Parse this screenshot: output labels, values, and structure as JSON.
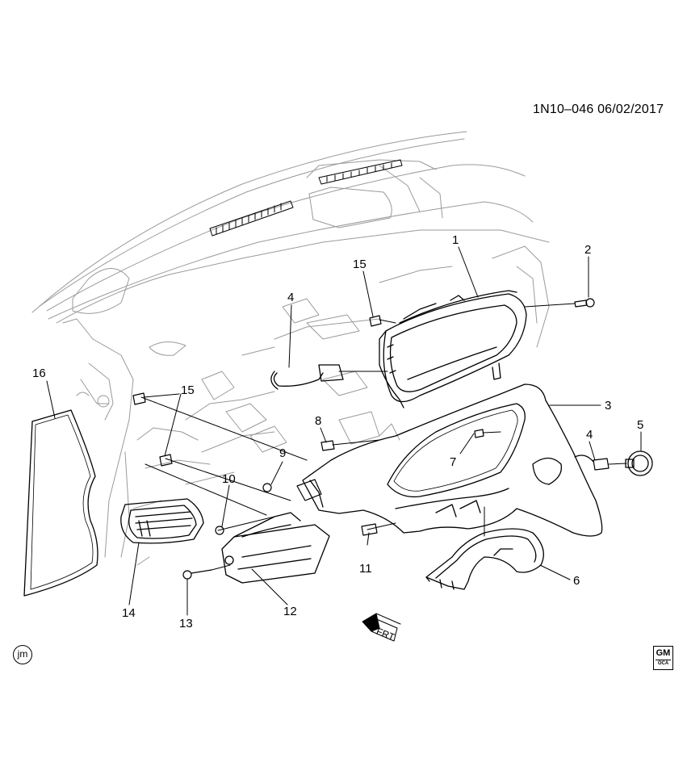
{
  "header": {
    "doc_code": "1N10–046  06/02/2017"
  },
  "badges": {
    "jm": "jm",
    "gm_top": "GM",
    "gm_bottom": "OCA"
  },
  "forward_label": "FRT",
  "callouts": [
    {
      "id": "c1",
      "label": "1"
    },
    {
      "id": "c2",
      "label": "2"
    },
    {
      "id": "c3",
      "label": "3"
    },
    {
      "id": "c4a",
      "label": "4"
    },
    {
      "id": "c4b",
      "label": "4"
    },
    {
      "id": "c5",
      "label": "5"
    },
    {
      "id": "c6",
      "label": "6"
    },
    {
      "id": "c7",
      "label": "7"
    },
    {
      "id": "c8",
      "label": "8"
    },
    {
      "id": "c9",
      "label": "9"
    },
    {
      "id": "c10",
      "label": "10"
    },
    {
      "id": "c11",
      "label": "11"
    },
    {
      "id": "c12",
      "label": "12"
    },
    {
      "id": "c13",
      "label": "13"
    },
    {
      "id": "c14",
      "label": "14"
    },
    {
      "id": "c15a",
      "label": "15"
    },
    {
      "id": "c15b",
      "label": "15"
    },
    {
      "id": "c16",
      "label": "16"
    }
  ]
}
